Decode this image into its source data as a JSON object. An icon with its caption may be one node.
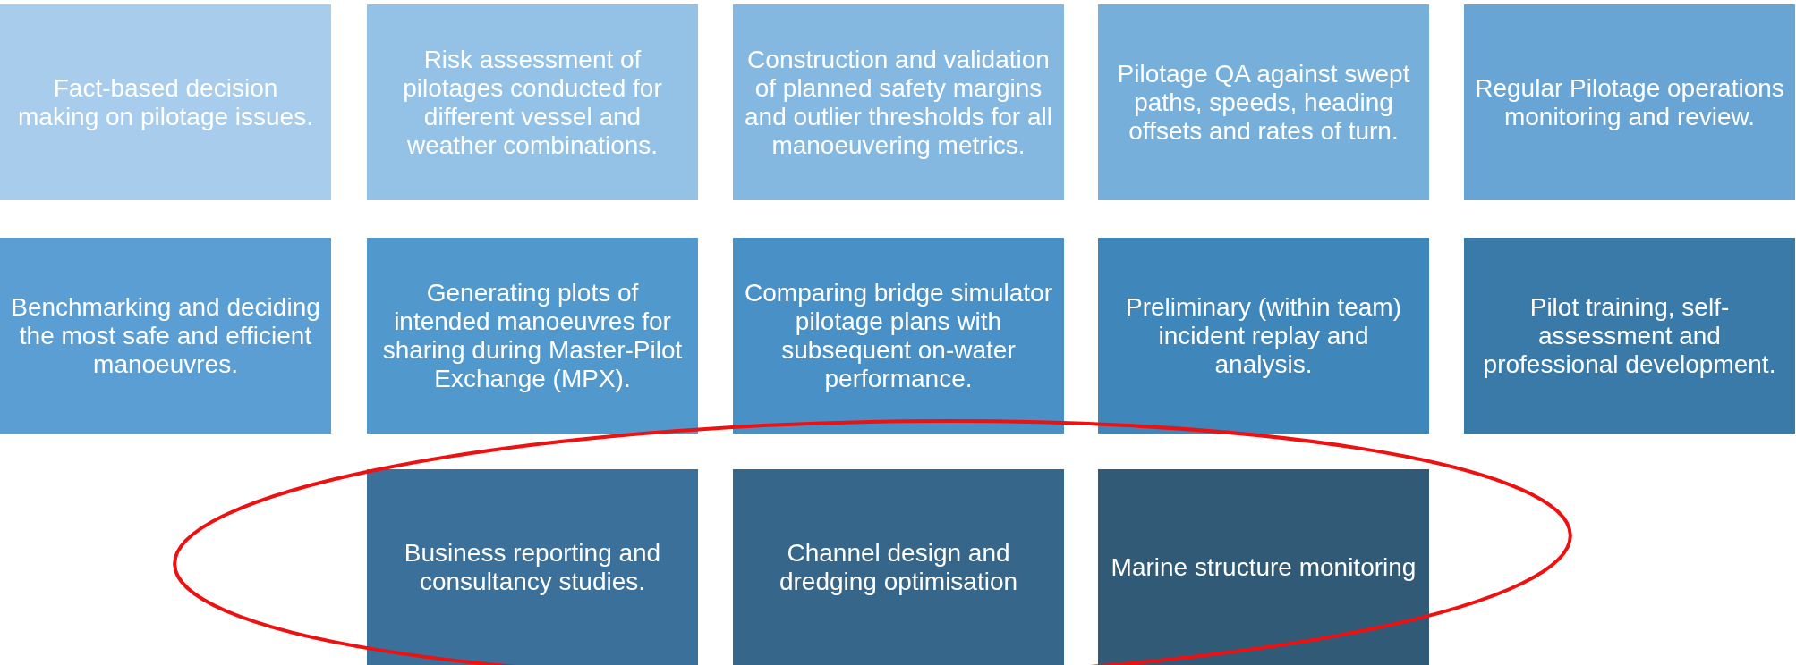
{
  "diagram": {
    "nodes": [
      {
        "text": [
          "Fact-based decision making on pilotage issues."
        ]
      },
      {
        "text": [
          "Risk assessment of pilotages conducted for different vessel and weather combinations."
        ]
      },
      {
        "text": [
          "Construction and validation of planned safety margins and outlier thresholds for all manoeuvering metrics."
        ]
      },
      {
        "text": [
          "Pilotage QA against swept paths, speeds, heading offsets and rates of turn."
        ]
      },
      {
        "text": [
          "Regular Pilotage operations monitoring and review."
        ]
      },
      {
        "text": [
          "Benchmarking and deciding the most safe and efficient manoeuvres."
        ]
      },
      {
        "text": [
          "Generating plots of intended manoeuvres for sharing during Master-Pilot Exchange (MPX)."
        ]
      },
      {
        "text": [
          "Comparing bridge simulator pilotage plans with subsequent on-water performance."
        ]
      },
      {
        "text": [
          "Preliminary (within team) incident replay and analysis."
        ]
      },
      {
        "text": [
          "Pilot training, self-assessment and professional development."
        ]
      },
      {
        "text": [
          "Business reporting and consultancy studies."
        ]
      },
      {
        "text": [
          "Channel design and dredging optimisation"
        ]
      },
      {
        "text": [
          "Marine structure monitoring"
        ]
      }
    ]
  }
}
